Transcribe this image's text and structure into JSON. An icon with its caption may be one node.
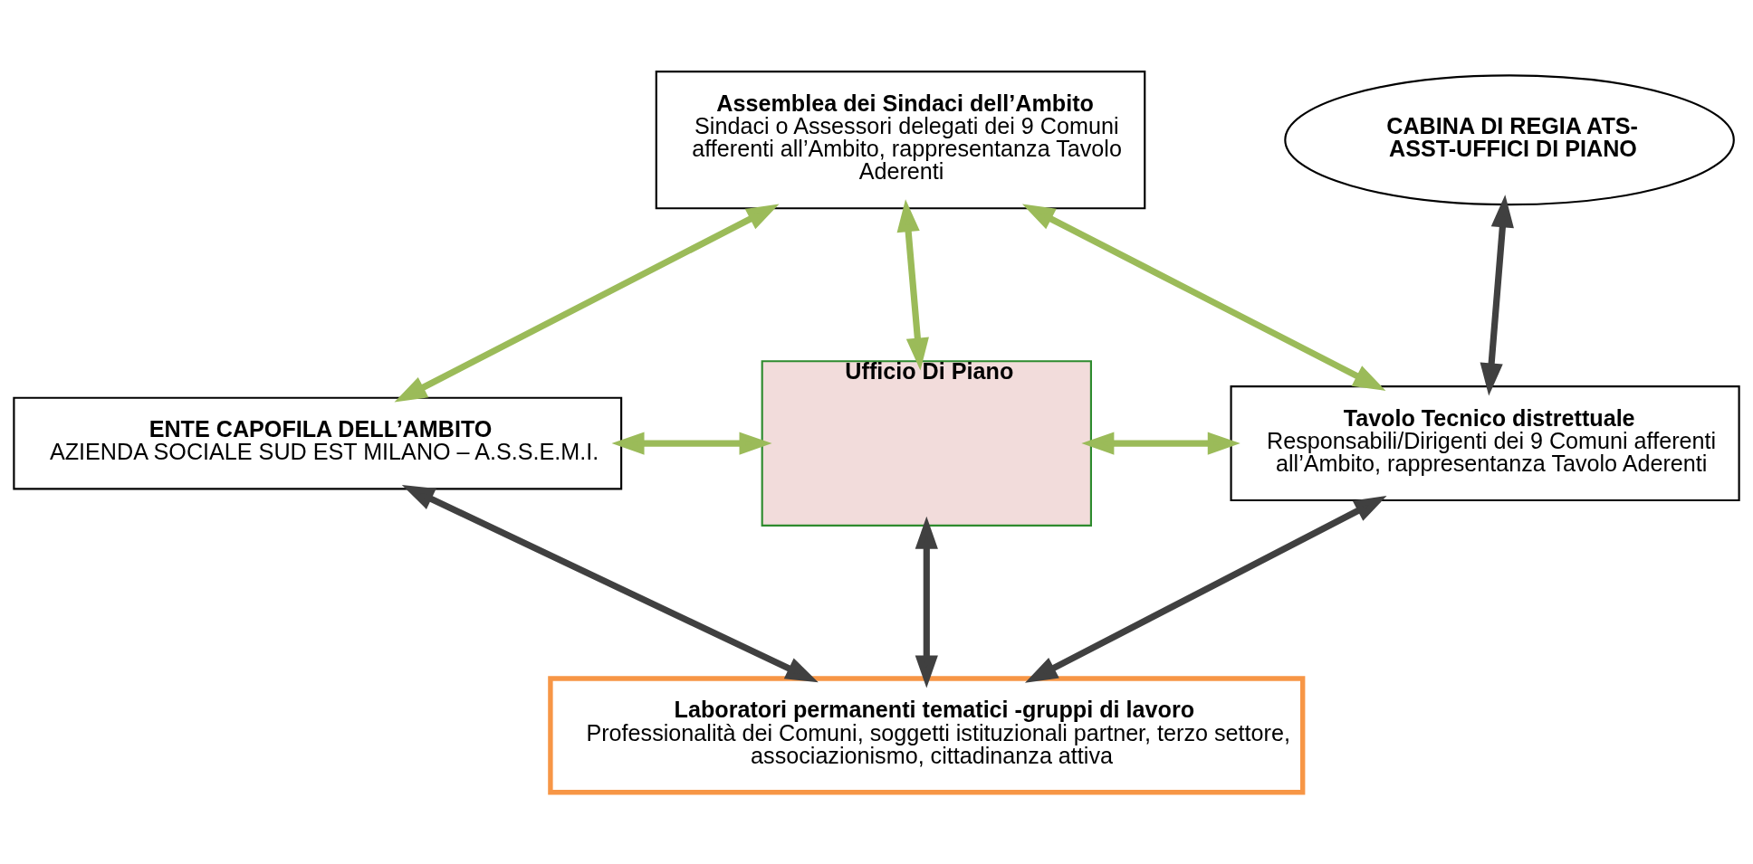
{
  "diagram": {
    "nodes": [
      {
        "text": [
          "Assemblea dei Sindaci dell’Ambito",
          "Sindaci o Assessori delegati dei 9 Comuni afferenti all’Ambito, rappresentanza Tavolo Aderenti"
        ]
      },
      {
        "text": [
          "CABINA DI REGIA ATS-ASST-UFFICI DI PIANO"
        ]
      },
      {
        "text": [
          "ENTE CAPOFILA DELL’AMBITO",
          "AZIENDA SOCIALE SUD EST MILANO – A.S.S.E.M.I."
        ]
      },
      {
        "text": [
          "Ufficio Di Piano"
        ]
      },
      {
        "text": [
          "Tavolo Tecnico distrettuale",
          "Responsabili/Dirigenti dei 9 Comuni afferenti all’Ambito, rappresentanza Tavolo Aderenti"
        ]
      },
      {
        "text": [
          "Laboratori permanenti tematici -gruppi di lavoro",
          "Professionalità dei Comuni, soggetti istituzionali partner, terzo settore, associazionismo, cittadinanza attiva"
        ]
      }
    ],
    "edges": [
      {
        "from": 2,
        "to": 0,
        "arrow": "both"
      },
      {
        "from": 0,
        "to": 3,
        "arrow": "both"
      },
      {
        "from": 0,
        "to": 4,
        "arrow": "both"
      },
      {
        "from": 4,
        "to": 1,
        "arrow": "both",
        "color": "#404040"
      },
      {
        "from": 2,
        "to": 3,
        "arrow": "both"
      },
      {
        "from": 3,
        "to": 4,
        "arrow": "both"
      },
      {
        "from": 2,
        "to": 5,
        "arrow": "both",
        "color": "#404040"
      },
      {
        "from": 3,
        "to": 5,
        "arrow": "both",
        "color": "#404040"
      },
      {
        "from": 4,
        "to": 5,
        "arrow": "both",
        "color": "#404040"
      }
    ]
  }
}
